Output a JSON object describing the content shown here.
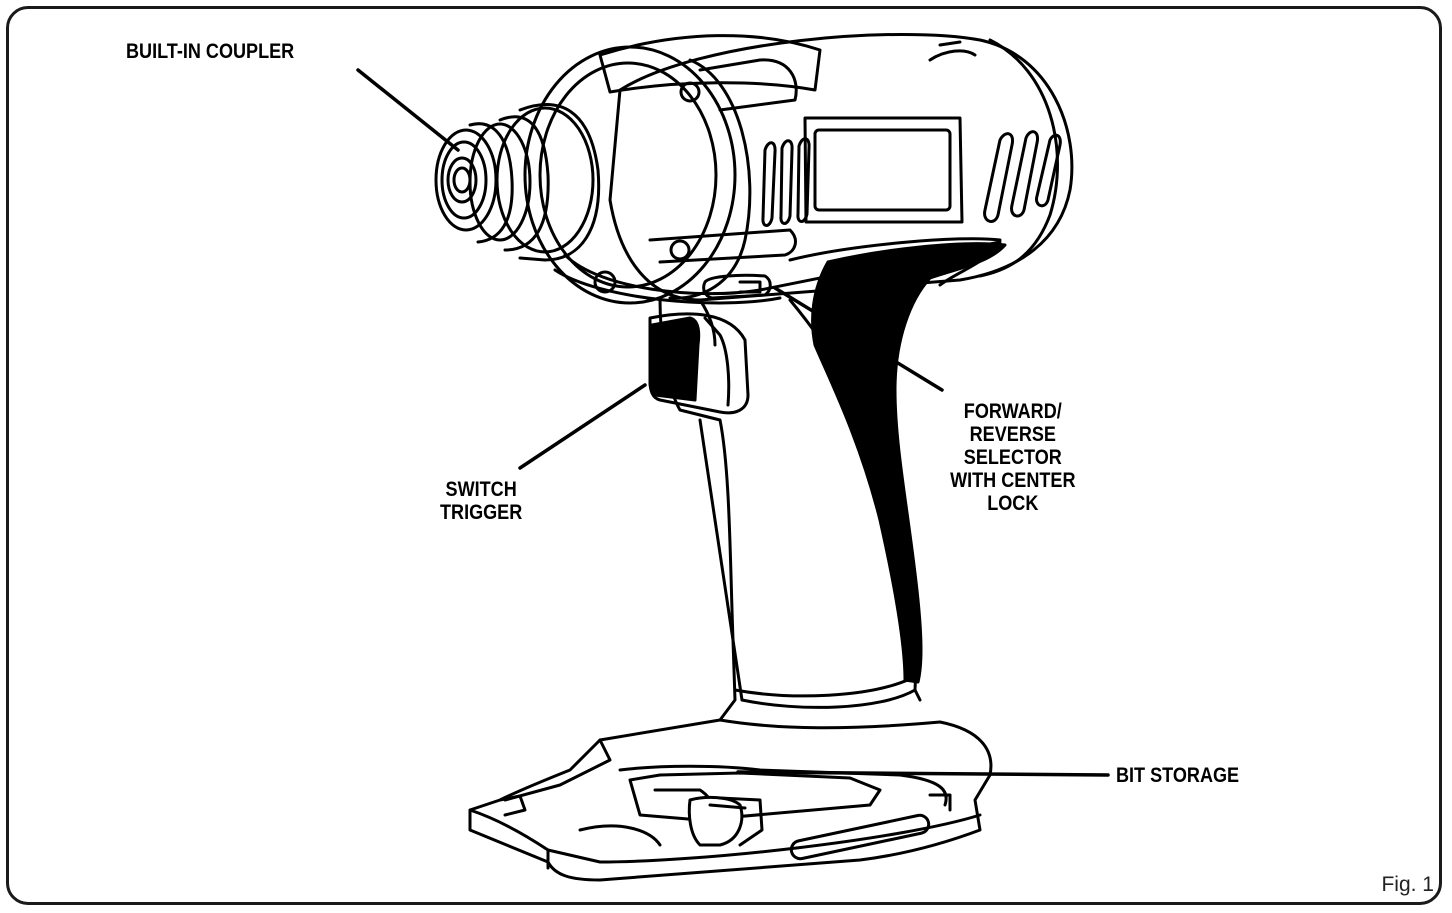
{
  "labels": {
    "coupler": "BUILT-IN COUPLER",
    "trigger": [
      "SWITCH",
      "TRIGGER"
    ],
    "selector": [
      "FORWARD/",
      "REVERSE",
      "SELECTOR",
      "WITH CENTER",
      "LOCK"
    ],
    "bit_storage": "BIT STORAGE"
  },
  "figure_label": "Fig. 1",
  "colors": {
    "ink": "#000000",
    "frame": "#1a1a1a",
    "paper": "#ffffff"
  }
}
